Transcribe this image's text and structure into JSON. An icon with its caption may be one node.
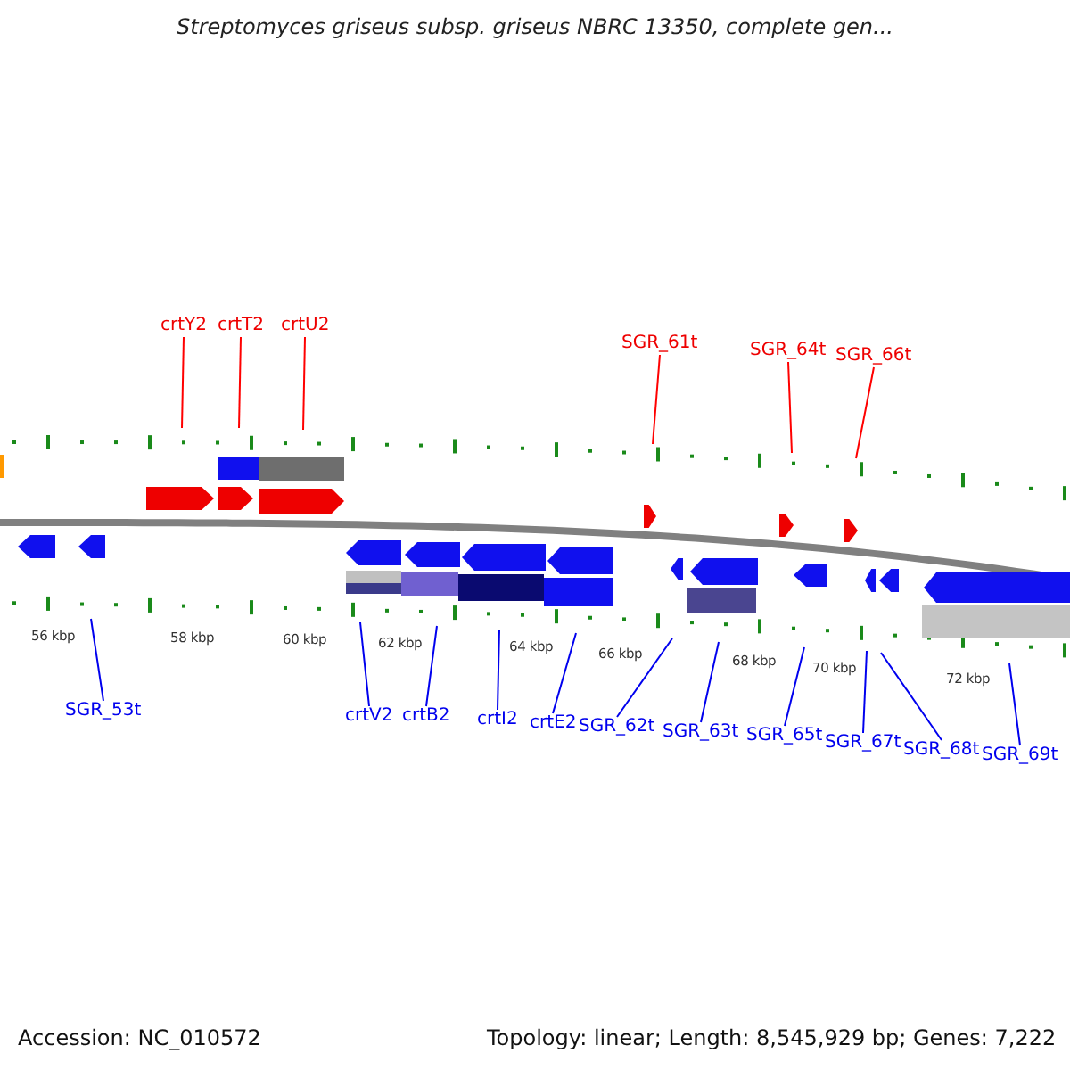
{
  "diagram": {
    "title": "Streptomyces griseus subsp. griseus NBRC 13350, complete gen...",
    "nodes": [
      {
        "text": [
          "crtY2"
        ]
      },
      {
        "text": [
          "crtT2"
        ]
      },
      {
        "text": [
          "crtU2"
        ]
      },
      {
        "text": [
          "SGR_61t"
        ]
      },
      {
        "text": [
          "SGR_64t"
        ]
      },
      {
        "text": [
          "SGR_66t"
        ]
      },
      {
        "text": [
          "SGR_53t"
        ]
      },
      {
        "text": [
          "crtV2"
        ]
      },
      {
        "text": [
          "crtB2"
        ]
      },
      {
        "text": [
          "crtI2"
        ]
      },
      {
        "text": [
          "crtE2"
        ]
      },
      {
        "text": [
          "SGR_62t"
        ]
      },
      {
        "text": [
          "SGR_63t"
        ]
      },
      {
        "text": [
          "SGR_65t"
        ]
      },
      {
        "text": [
          "SGR_67t"
        ]
      },
      {
        "text": [
          "SGR_68t"
        ]
      },
      {
        "text": [
          "SGR_69t"
        ]
      }
    ],
    "edges": [
      {
        "from": 0,
        "to": null,
        "arrow": "none",
        "color": "#ff0000"
      },
      {
        "from": 1,
        "to": null,
        "arrow": "none",
        "color": "#ff0000"
      },
      {
        "from": 2,
        "to": null,
        "arrow": "none",
        "color": "#ff0000"
      },
      {
        "from": 3,
        "to": null,
        "arrow": "none",
        "color": "#ff0000"
      },
      {
        "from": 4,
        "to": null,
        "arrow": "none",
        "color": "#ff0000"
      },
      {
        "from": 5,
        "to": null,
        "arrow": "none",
        "color": "#ff0000"
      },
      {
        "from": 6,
        "to": null,
        "arrow": "none"
      },
      {
        "from": 7,
        "to": null,
        "arrow": "none"
      },
      {
        "from": 8,
        "to": null,
        "arrow": "none"
      },
      {
        "from": 9,
        "to": null,
        "arrow": "none"
      },
      {
        "from": 10,
        "to": null,
        "arrow": "none"
      },
      {
        "from": 11,
        "to": null,
        "arrow": "none"
      },
      {
        "from": 12,
        "to": null,
        "arrow": "none"
      },
      {
        "from": 13,
        "to": null,
        "arrow": "none"
      },
      {
        "from": 14,
        "to": null,
        "arrow": "none"
      },
      {
        "from": 15,
        "to": null,
        "arrow": "none"
      },
      {
        "from": 16,
        "to": null,
        "arrow": "none"
      }
    ],
    "labels": [
      "56 kbp",
      "58 kbp",
      "60 kbp",
      "62 kbp",
      "64 kbp",
      "66 kbp",
      "68 kbp",
      "70 kbp",
      "72 kbp",
      "Accession: NC_010572",
      "Topology: linear; Length: 8,545,929 bp; Genes: 7,222"
    ]
  }
}
